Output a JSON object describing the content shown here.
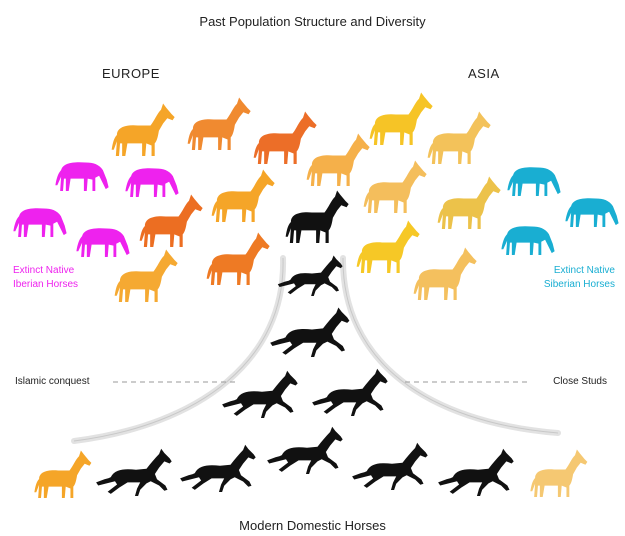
{
  "title": "Past Population Structure and Diversity",
  "regions": {
    "left": "EUROPE",
    "right": "ASIA"
  },
  "groups": {
    "iberian": {
      "line1": "Extinct Native",
      "line2": "Iberian Horses",
      "color": "#ee22ee"
    },
    "siberian": {
      "line1": "Extinct Native",
      "line2": "Siberian Horses",
      "color": "#19aed2"
    }
  },
  "events": {
    "left": "Islamic conquest",
    "right": "Close Studs"
  },
  "bottom_title": "Modern Domestic Horses",
  "colors": {
    "europe_orange": "#f08a1c",
    "europe_light": "#f5a93a",
    "asia_yellow": "#f4c42a",
    "asia_light": "#f3c25a",
    "modern": "#111111"
  },
  "icons": {
    "standing_horse": "horse-standing-icon",
    "grazing_horse": "horse-grazing-icon",
    "galloping_horse": "horse-galloping-icon"
  }
}
